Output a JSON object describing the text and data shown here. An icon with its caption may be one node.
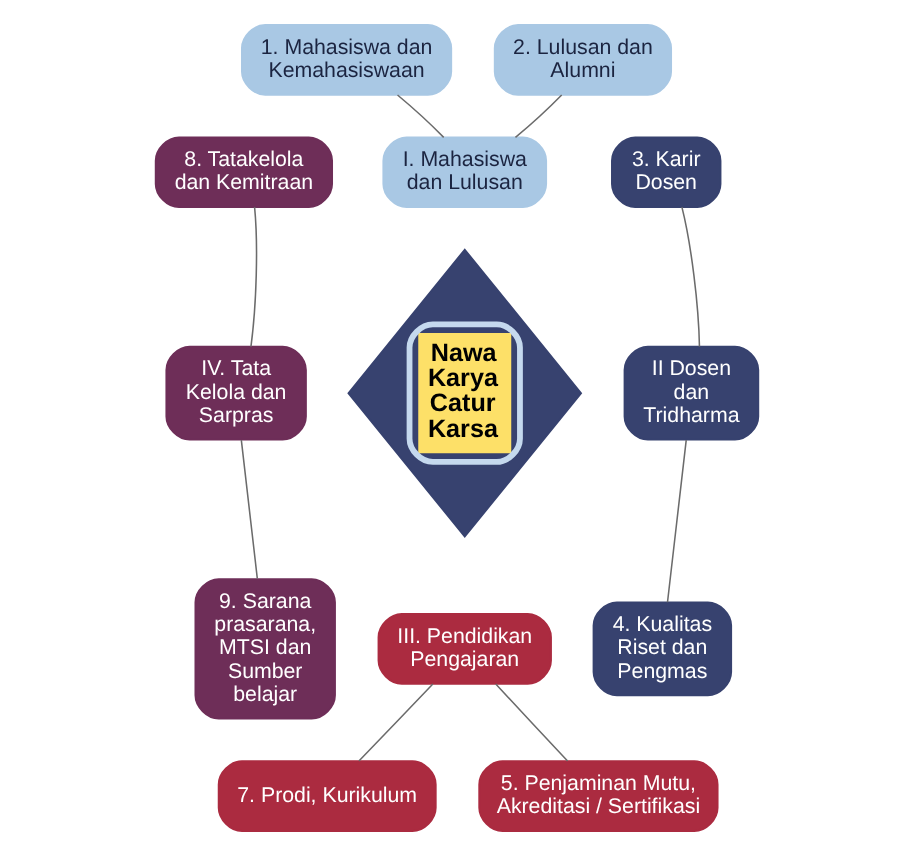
{
  "diagram": {
    "nodes": [
      {
        "text": [
          "1. Mahasiswa dan Kemahasiswaan"
        ]
      },
      {
        "text": [
          "2. Lulusan dan Alumni"
        ]
      },
      {
        "text": [
          "8. Tatakelola dan Kemitraan"
        ]
      },
      {
        "text": [
          "I. Mahasiswa dan Lulusan"
        ]
      },
      {
        "text": [
          "3. Karir Dosen"
        ]
      },
      {
        "text": [
          "IV. Tata Kelola dan Sarpras"
        ]
      },
      {
        "text": [
          "Nawa Karya Catur Karsa"
        ]
      },
      {
        "text": [
          "II Dosen dan Tridharma"
        ]
      },
      {
        "text": [
          "9. Sarana prasarana, MTSI dan Sumber belajar"
        ]
      },
      {
        "text": [
          "4. Kualitas Riset dan Pengmas"
        ]
      },
      {
        "text": [
          "III. Pendidikan Pengajaran"
        ]
      },
      {
        "text": [
          "7. Prodi, Kurikulum"
        ]
      },
      {
        "text": [
          "5. Penjaminan Mutu, Akreditasi / Sertifikasi"
        ]
      }
    ],
    "edges": [
      {
        "from": 3,
        "to": 0,
        "arrow": "none"
      },
      {
        "from": 3,
        "to": 1,
        "arrow": "none"
      },
      {
        "from": 7,
        "to": 4,
        "arrow": "none"
      },
      {
        "from": 7,
        "to": 9,
        "arrow": "none"
      },
      {
        "from": 10,
        "to": 11,
        "arrow": "none"
      },
      {
        "from": 10,
        "to": 12,
        "arrow": "none"
      },
      {
        "from": 5,
        "to": 2,
        "arrow": "none"
      },
      {
        "from": 5,
        "to": 8,
        "arrow": "none"
      }
    ]
  }
}
